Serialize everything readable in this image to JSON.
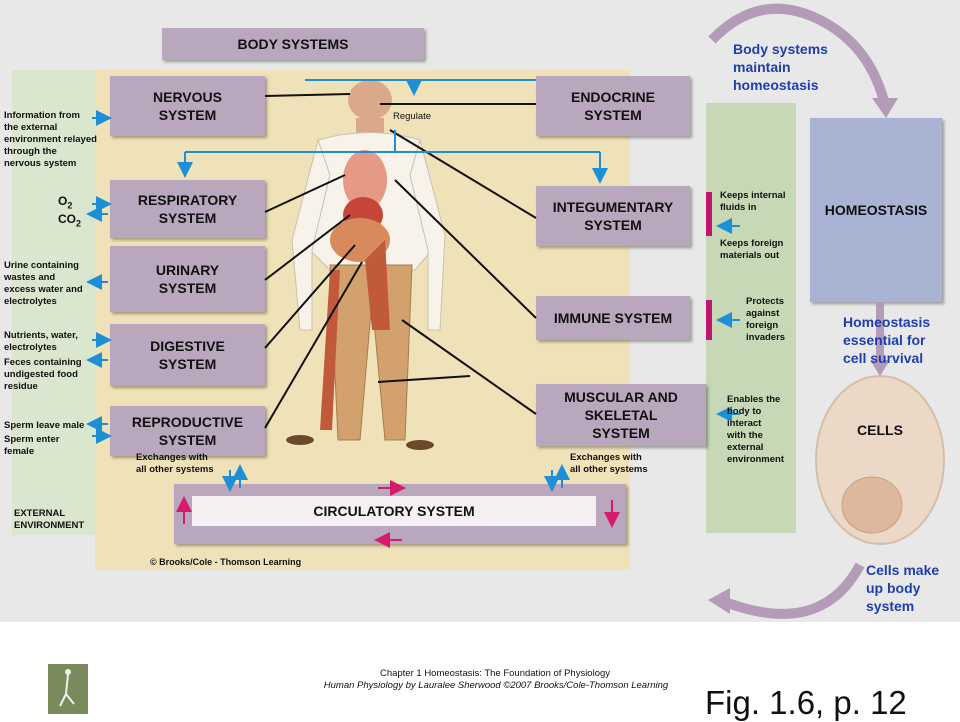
{
  "title_box": "BODY SYSTEMS",
  "boxes": {
    "nervous": "NERVOUS\nSYSTEM",
    "respiratory": "RESPIRATORY\nSYSTEM",
    "urinary": "URINARY\nSYSTEM",
    "digestive": "DIGESTIVE\nSYSTEM",
    "reproductive": "REPRODUCTIVE\nSYSTEM",
    "endocrine": "ENDOCRINE\nSYSTEM",
    "integumentary": "INTEGUMENTARY\nSYSTEM",
    "immune": "IMMUNE SYSTEM",
    "muscular": "MUSCULAR AND\nSKELETAL\nSYSTEM",
    "circulatory": "CIRCULATORY SYSTEM",
    "homeostasis": "HOMEOSTASIS",
    "cells": "CELLS"
  },
  "left_notes": {
    "info": "Information from\nthe external\nenvironment relayed\nthrough the\nnervous system",
    "o2": "O",
    "o2_sub": "2",
    "co2": "CO",
    "co2_sub": "2",
    "urine": "Urine containing\nwastes and\nexcess water and\nelectrolytes",
    "nutrients": "Nutrients, water,\nelectrolytes",
    "feces": "Feces containing\nundigested food\nresidue",
    "sperm_leave": "Sperm leave male",
    "sperm_enter": "Sperm enter\nfemale",
    "external": "EXTERNAL\nENVIRONMENT"
  },
  "regulate": "Regulate",
  "exchanges_left": "Exchanges with\nall other systems",
  "exchanges_right": "Exchanges with\nall other systems",
  "right_notes": {
    "keeps_internal": "Keeps internal\nfluids in",
    "keeps_foreign": "Keeps foreign\nmaterials out",
    "protects": "Protects\nagainst\nforeign\ninvaders",
    "enables": "Enables the\nbody to\ninteract\nwith the\nexternal\nenvironment"
  },
  "cycle": {
    "maintain": "Body systems\nmaintain\nhomeostasis",
    "essential": "Homeostasis\nessential for\ncell survival",
    "make_up": "Cells make\nup body\nsystem"
  },
  "copyright": "© Brooks/Cole - Thomson Learning",
  "footer": {
    "line1": "Chapter 1 Homeostasis: The Foundation of Physiology",
    "line2": "Human Physiology by Lauralee Sherwood ©2007 Brooks/Cole-Thomson Learning",
    "fig": "Fig. 1.6, p. 12"
  },
  "colors": {
    "box": "#b9a7bd",
    "panel": "#e8e8e8",
    "inner": "#f0e2b8",
    "arrow_blue": "#1e8fd6",
    "arrow_red": "#d81a6a",
    "accent_blue": "#1f3fb0",
    "homeostasis_box": "#a9b3d3",
    "green_strip": "#c6d8b6"
  }
}
